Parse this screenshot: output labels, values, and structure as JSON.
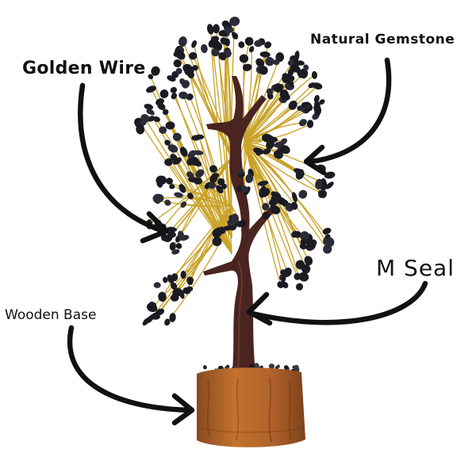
{
  "labels": {
    "natural_gemstone": "Natural Gemstone",
    "golden_wire": "Golden Wire",
    "m_seal": "M Seal",
    "wooden_base": "Wooden Base"
  },
  "colors": {
    "background": "#ffffff",
    "gemstone": "#1b1b22",
    "wire": "#c9a227",
    "trunk": "#4a2420",
    "base": "#b8682a",
    "arrow": "#111111"
  }
}
